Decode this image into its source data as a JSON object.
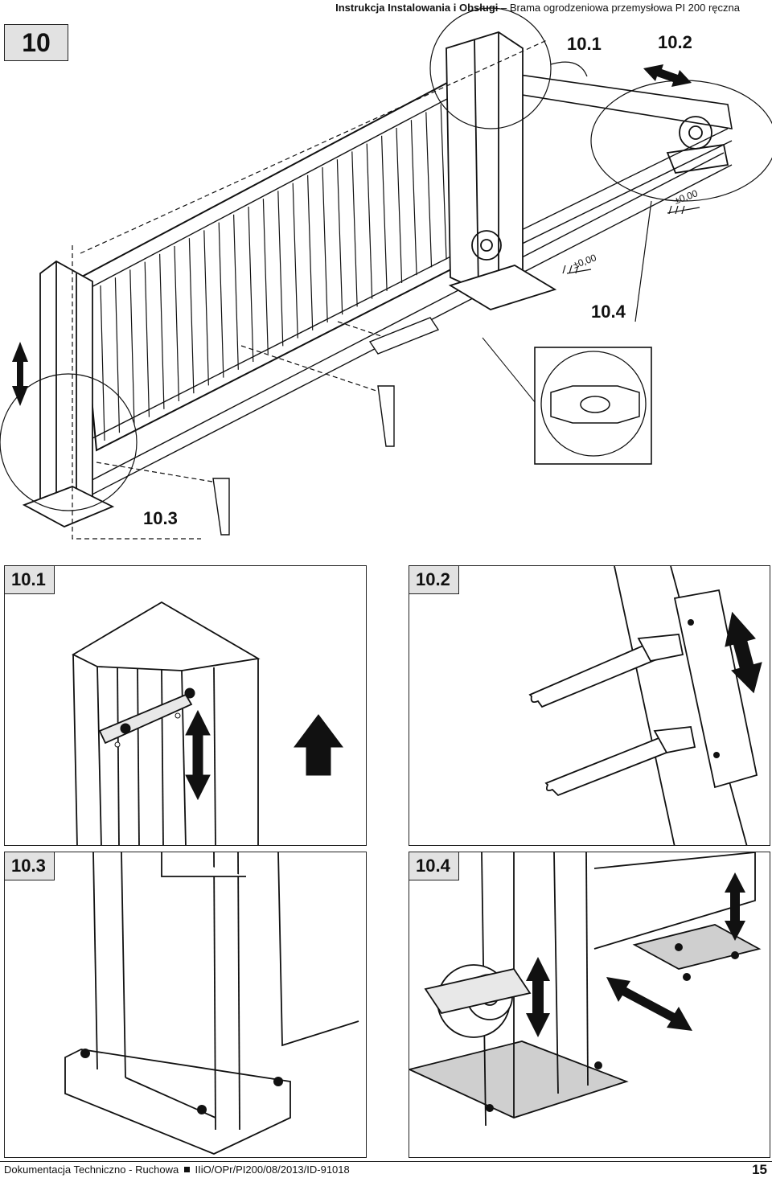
{
  "header": {
    "title_bold": "Instrukcja Instalowania i Obsługi",
    "title_rest": "– Brama ogrodzeniowa przemysłowa PI 200 ręczna"
  },
  "step": {
    "number": "10"
  },
  "callouts": {
    "c1": "10.1",
    "c2": "10.2",
    "c3": "10.3",
    "c4": "10.4",
    "level_a": "±0,00",
    "level_b": "±0,00"
  },
  "panels": [
    {
      "label": "10.1"
    },
    {
      "label": "10.2"
    },
    {
      "label": "10.3"
    },
    {
      "label": "10.4"
    }
  ],
  "footer": {
    "left": "Dokumentacja Techniczno - Ruchowa",
    "doc_id": "IIiO/OPr/PI200/08/2013/ID-91018",
    "page": "15"
  },
  "colors": {
    "line": "#111111",
    "badge_fill": "#e2e2e2",
    "plate_fill": "#cfcfcf"
  }
}
